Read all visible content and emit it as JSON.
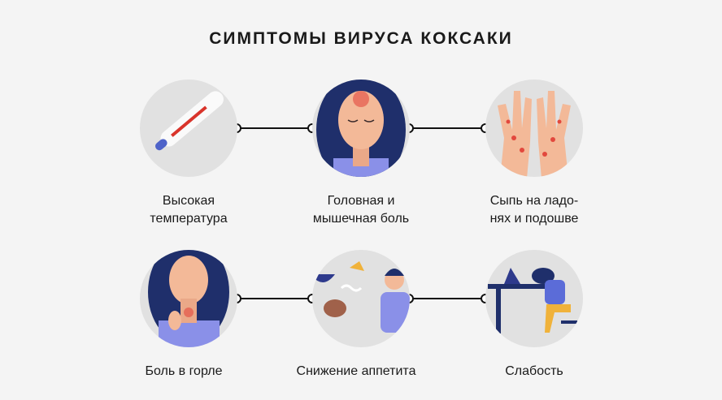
{
  "title": "СИМПТОМЫ ВИРУСА КОКСАКИ",
  "symptoms": [
    {
      "line1": "Высокая",
      "line2": "температура",
      "icon": "thermometer-icon"
    },
    {
      "line1": "Головная и",
      "line2": "мышечная боль",
      "icon": "headache-icon"
    },
    {
      "line1": "Сыпь на ладо-",
      "line2": "нях и подошве",
      "icon": "rash-hands-icon"
    },
    {
      "line1": "Боль в горле",
      "icon": "sore-throat-icon"
    },
    {
      "line1": "Снижение аппетита",
      "icon": "appetite-loss-icon"
    },
    {
      "line1": "Слабость",
      "icon": "weakness-icon"
    }
  ],
  "colors": {
    "background": "#f4f4f4",
    "circle": "#e1e1e1",
    "hair": "#1f2f6b",
    "skin": "#f3b998",
    "accent": "#e2483d",
    "shirt": "#8a90e8"
  }
}
